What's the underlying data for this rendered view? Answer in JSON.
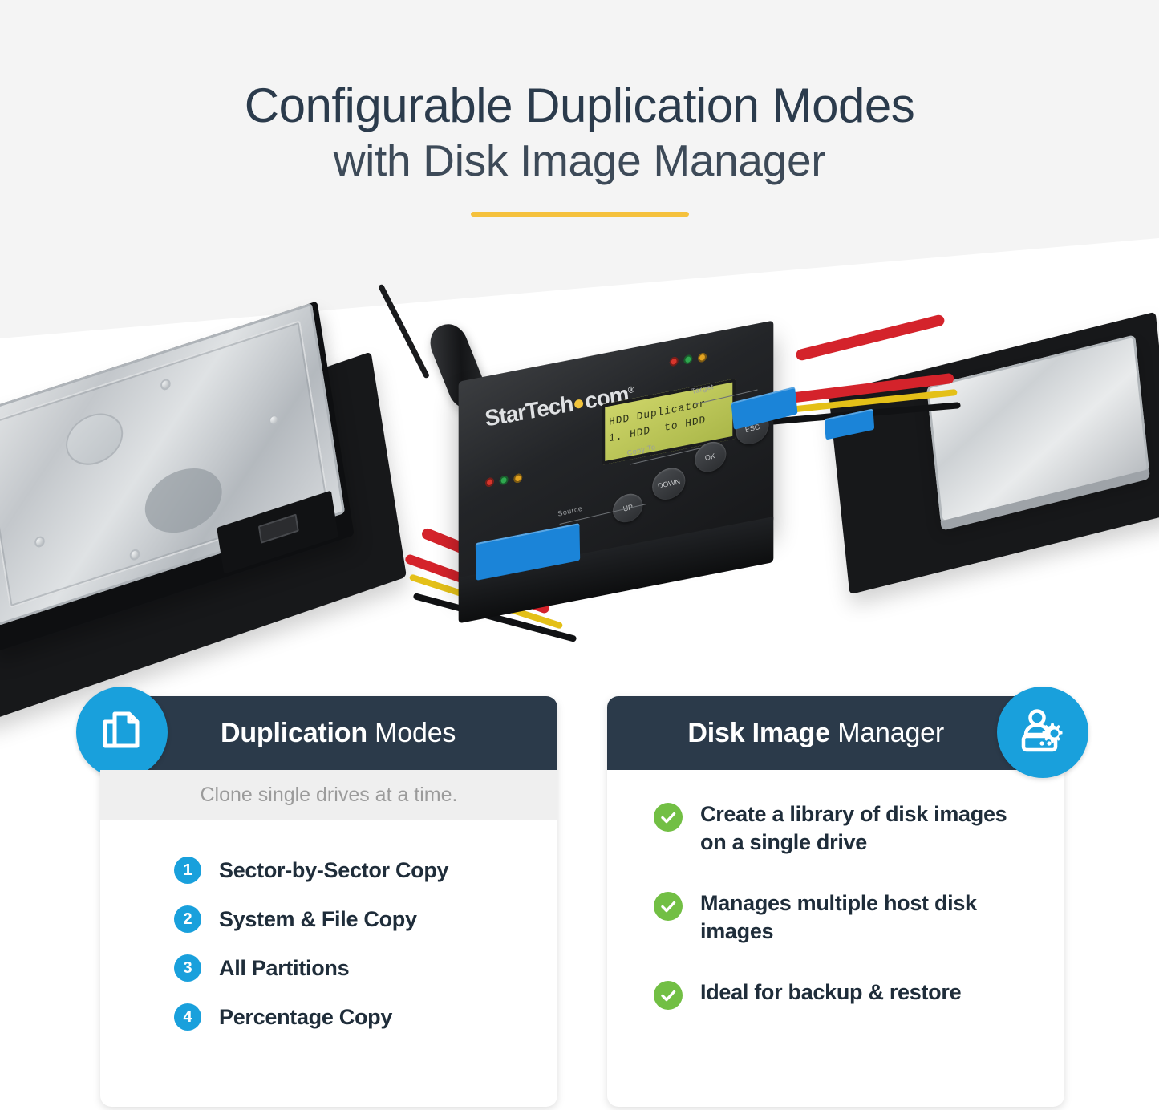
{
  "header": {
    "title_line1": "Configurable Duplication Modes",
    "title_line2": "with Disk Image Manager",
    "accent_color": "#f5c13c",
    "background_color": "#f4f4f4"
  },
  "product_photo": {
    "device_brand": "StarTech",
    "device_brand_suffix": "com",
    "device_brand_reg": "®",
    "lcd_text": "HDD Duplicator\n1. HDD  to HDD",
    "button_up": "UP",
    "button_down": "DOWN",
    "button_ok": "OK",
    "button_esc": "ESC",
    "label_source": "Source",
    "label_copy_to": "Copy To",
    "label_target": "Target",
    "led_red": "#d8352c",
    "led_green": "#2fa84f",
    "led_amber": "#e2a321"
  },
  "cards": {
    "accent_blue": "#19a0dc",
    "header_dark": "#2b3a4a",
    "check_green": "#72bf44",
    "duplication": {
      "icon": "copy-documents-icon",
      "title_bold": "Duplication",
      "title_light": " Modes",
      "subtitle": "Clone single drives at a time.",
      "items": [
        {
          "number": "1",
          "label": "Sector-by-Sector Copy"
        },
        {
          "number": "2",
          "label": "System & File Copy"
        },
        {
          "number": "3",
          "label": "All Partitions"
        },
        {
          "number": "4",
          "label": "Percentage Copy"
        }
      ]
    },
    "disk_image": {
      "icon": "user-drive-gear-icon",
      "title_bold": "Disk Image",
      "title_light": " Manager",
      "items": [
        {
          "label": "Create a library of disk images on a single drive"
        },
        {
          "label": "Manages multiple host disk images"
        },
        {
          "label": "Ideal for backup & restore"
        }
      ]
    }
  }
}
